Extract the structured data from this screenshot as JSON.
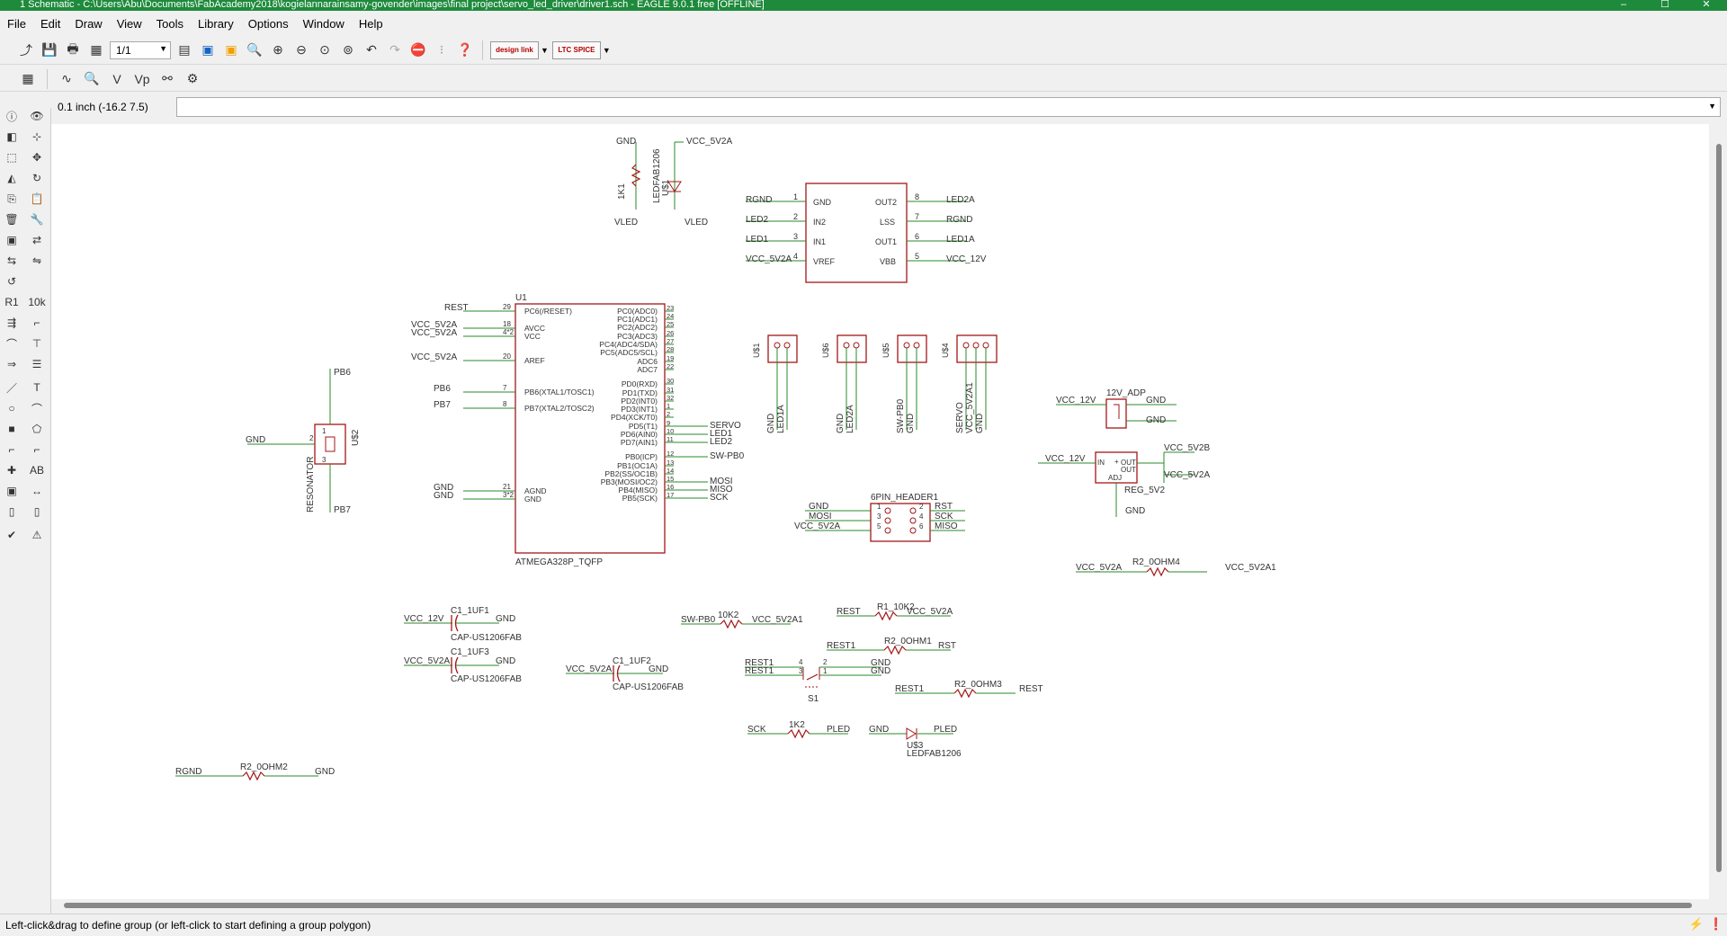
{
  "window": {
    "title": "1 Schematic - C:\\Users\\Abu\\Documents\\FabAcademy2018\\kogielannarainsamy-govender\\images\\final project\\servo_led_driver\\driver1.sch - EAGLE 9.0.1 free [OFFLINE]"
  },
  "menu": [
    "File",
    "Edit",
    "Draw",
    "View",
    "Tools",
    "Library",
    "Options",
    "Window",
    "Help"
  ],
  "toolbar": {
    "sheet_value": "1/1",
    "design_link_label": "design link",
    "ltc_spice_label": "LTC SPICE"
  },
  "coords": "0.1 inch (-16.2 7.5)",
  "command_input": {
    "value": ""
  },
  "status": "Left-click&drag to define group (or left-click to start defining a group polygon)",
  "schematic": {
    "led_block": {
      "gnd": "GND",
      "vcc": "VCC_5V2A",
      "resistor": "1K1",
      "led_part": "LEDFAB1206",
      "led_ref": "U$1",
      "net_left": "VLED",
      "net_right": "VLED"
    },
    "driver_ic": {
      "pins_left": [
        [
          "1",
          "GND"
        ],
        [
          "2",
          "IN2"
        ],
        [
          "3",
          "IN1"
        ],
        [
          "4",
          "VREF"
        ]
      ],
      "pins_right": [
        [
          "8",
          "OUT2"
        ],
        [
          "7",
          "LSS"
        ],
        [
          "6",
          "OUT1"
        ],
        [
          "5",
          "VBB"
        ]
      ],
      "nets_left": [
        "RGND",
        "LED2",
        "LED1",
        "VCC_5V2A"
      ],
      "nets_right": [
        "LED2A",
        "RGND",
        "LED1A",
        "VCC_12V"
      ]
    },
    "mcu": {
      "ref": "U1",
      "part": "ATMEGA328P_TQFP",
      "left_pins": [
        {
          "num": "29",
          "name": "PC6(/RESET)",
          "net": "REST"
        },
        {
          "num": "18",
          "name": "AVCC",
          "net": "VCC_5V2A"
        },
        {
          "num": "4*2",
          "name": "VCC",
          "net": "VCC_5V2A"
        },
        {
          "num": "20",
          "name": "AREF",
          "net": "VCC_5V2A"
        },
        {
          "num": "7",
          "name": "PB6(XTAL1/TOSC1)",
          "net": "PB6"
        },
        {
          "num": "8",
          "name": "PB7(XTAL2/TOSC2)",
          "net": "PB7"
        },
        {
          "num": "21",
          "name": "AGND",
          "net": "GND"
        },
        {
          "num": "3*2",
          "name": "GND",
          "net": "GND"
        }
      ],
      "right_pins": [
        {
          "num": "23",
          "name": "PC0(ADC0)",
          "net": ""
        },
        {
          "num": "24",
          "name": "PC1(ADC1)",
          "net": ""
        },
        {
          "num": "25",
          "name": "PC2(ADC2)",
          "net": ""
        },
        {
          "num": "26",
          "name": "PC3(ADC3)",
          "net": ""
        },
        {
          "num": "27",
          "name": "PC4(ADC4/SDA)",
          "net": ""
        },
        {
          "num": "28",
          "name": "PC5(ADC5/SCL)",
          "net": ""
        },
        {
          "num": "19",
          "name": "ADC6",
          "net": ""
        },
        {
          "num": "22",
          "name": "ADC7",
          "net": ""
        },
        {
          "num": "30",
          "name": "PD0(RXD)",
          "net": ""
        },
        {
          "num": "31",
          "name": "PD1(TXD)",
          "net": ""
        },
        {
          "num": "32",
          "name": "PD2(INT0)",
          "net": ""
        },
        {
          "num": "1",
          "name": "PD3(INT1)",
          "net": ""
        },
        {
          "num": "2",
          "name": "PD4(XCK/T0)",
          "net": ""
        },
        {
          "num": "9",
          "name": "PD5(T1)",
          "net": "SERVO"
        },
        {
          "num": "10",
          "name": "PD6(AIN0)",
          "net": "LED1"
        },
        {
          "num": "11",
          "name": "PD7(AIN1)",
          "net": "LED2"
        },
        {
          "num": "12",
          "name": "PB0(ICP)",
          "net": "SW-PB0"
        },
        {
          "num": "13",
          "name": "PB1(OC1A)",
          "net": ""
        },
        {
          "num": "14",
          "name": "PB2(SS/OC1B)",
          "net": ""
        },
        {
          "num": "15",
          "name": "PB3(MOSI/OC2)",
          "net": "MOSI"
        },
        {
          "num": "16",
          "name": "PB4(MISO)",
          "net": "MISO"
        },
        {
          "num": "17",
          "name": "PB5(SCK)",
          "net": "SCK"
        }
      ]
    },
    "resonator": {
      "ref": "U$2",
      "label": "RESONATOR",
      "top": "PB6",
      "bottom": "PB7",
      "gnd": "GND",
      "p1": "1",
      "p2": "2",
      "p3": "3"
    },
    "connectors": [
      {
        "ref": "U$1",
        "nets": [
          "GND",
          "LED1A"
        ]
      },
      {
        "ref": "U$6",
        "nets": [
          "GND",
          "LED2A"
        ]
      },
      {
        "ref": "U$5",
        "nets": [
          "SW-PB0",
          "GND"
        ]
      },
      {
        "ref": "U$4",
        "nets": [
          "SERVO",
          "VCC_5V2A1",
          "GND"
        ]
      }
    ],
    "adp": {
      "label": "12V_ADP",
      "vcc": "VCC_12V",
      "gnd1": "GND",
      "gnd2": "GND"
    },
    "reg": {
      "label": "REG_5V2",
      "vin": "VCC_12V",
      "in": "IN",
      "out1": "OUT",
      "out2": "OUT",
      "adj": "ADJ",
      "plus": "+",
      "v1": "VCC_5V2B",
      "v2": "VCC_5V2A",
      "gnd": "GND"
    },
    "header": {
      "label": "6PIN_HEADER1",
      "left_nets": [
        "GND",
        "MOSI",
        "VCC_5V2A"
      ],
      "right_nets": [
        "RST",
        "SCK",
        "MISO"
      ],
      "pins_left": [
        "1",
        "3",
        "5"
      ],
      "pins_right": [
        "2",
        "4",
        "6"
      ]
    },
    "r2_4": {
      "label": "R2_0OHM4",
      "left": "VCC_5V2A",
      "right": "VCC_5V2A1"
    },
    "c1": {
      "label": "C1_1UF1",
      "part": "CAP-US1206FAB",
      "left": "VCC_12V",
      "right": "GND"
    },
    "c3": {
      "label": "C1_1UF3",
      "part": "CAP-US1206FAB",
      "left": "VCC_5V2A",
      "right": "GND"
    },
    "c2": {
      "label": "C1_1UF2",
      "part": "CAP-US1206FAB",
      "left": "VCC_5V2A",
      "right": "GND"
    },
    "r10k2": {
      "label": "10K2",
      "left": "SW-PB0",
      "right": "VCC_5V2A1"
    },
    "r1": {
      "label": "R1_10K2",
      "left": "REST",
      "right": "VCC_5V2A"
    },
    "r2_1": {
      "label": "R2_0OHM1",
      "left": "REST1",
      "right": "RST"
    },
    "sw": {
      "ref": "S1",
      "nets_left": [
        "REST1",
        "REST1"
      ],
      "nets_right": [
        "GND",
        "GND"
      ],
      "pins": [
        "4",
        "3",
        "2",
        "1"
      ]
    },
    "r2_3": {
      "label": "R2_0OHM3",
      "left": "REST1",
      "right": "REST"
    },
    "r1k2": {
      "label": "1K2",
      "left": "SCK",
      "right": "PLED"
    },
    "led3": {
      "ref": "U$3",
      "part": "LEDFAB1206",
      "left": "GND",
      "right": "PLED"
    },
    "r2_2": {
      "label": "R2_0OHM2",
      "left": "RGND",
      "right": "GND"
    }
  }
}
